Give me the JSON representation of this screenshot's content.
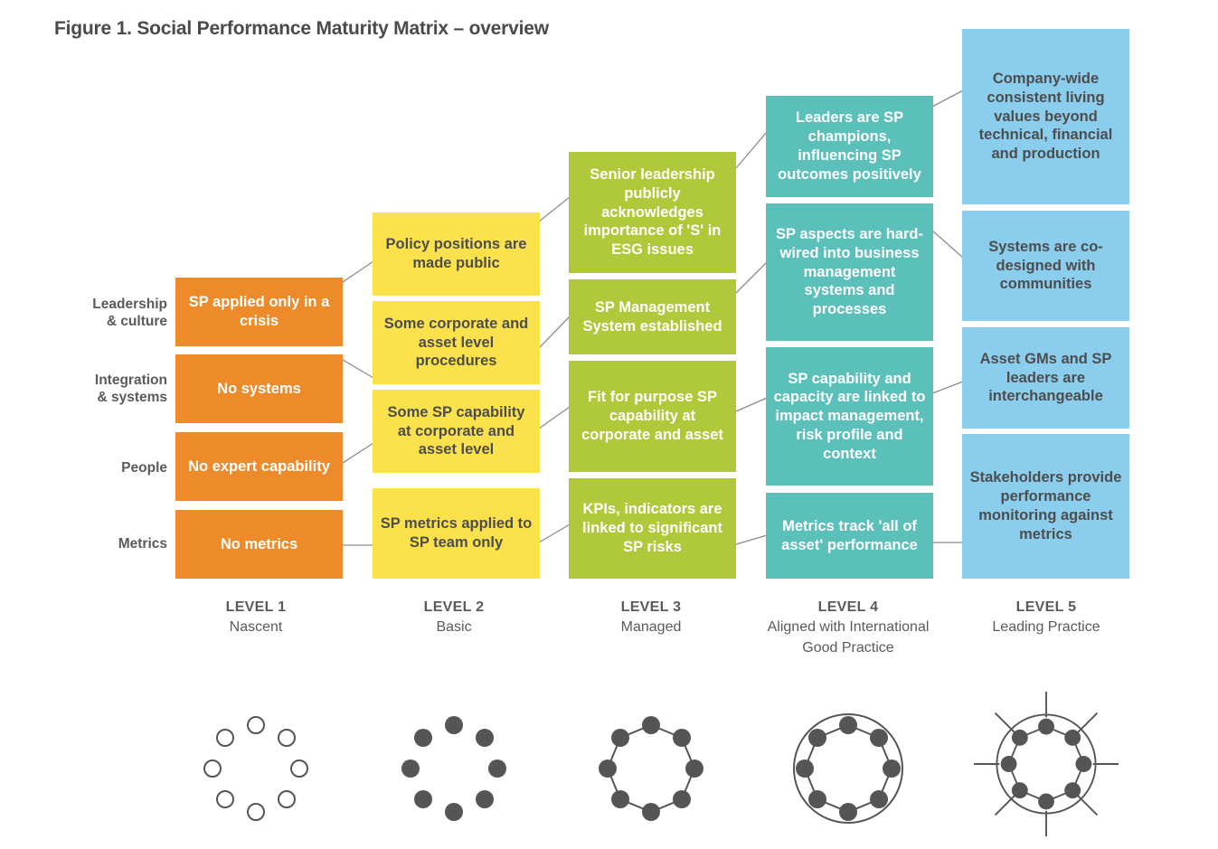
{
  "title": "Figure 1. Social Performance Maturity Matrix – overview",
  "colors": {
    "level1": "#ED8B2B",
    "level2": "#FBE14B",
    "level3": "#AFC93A",
    "level4": "#5BBFBA",
    "level5": "#8ACDEC",
    "text_dark": "#4d4d4d",
    "connector": "#8c8c8c"
  },
  "rows": [
    {
      "label_line1": "Leadership",
      "label_line2": "& culture"
    },
    {
      "label_line1": "Integration",
      "label_line2": "& systems"
    },
    {
      "label_line1": "People",
      "label_line2": ""
    },
    {
      "label_line1": "Metrics",
      "label_line2": ""
    }
  ],
  "levels": [
    {
      "name": "LEVEL 1",
      "subtitle": "Nascent",
      "icon": "ring-of-open-circles-icon",
      "cells": [
        "SP applied only in a crisis",
        "No systems",
        "No expert capability",
        "No metrics"
      ]
    },
    {
      "name": "LEVEL 2",
      "subtitle": "Basic",
      "icon": "ring-of-filled-circles-icon",
      "cells": [
        "Policy positions are made public",
        "Some corporate and asset level procedures",
        "Some SP capability at corporate and asset level",
        "SP metrics applied to SP team only"
      ]
    },
    {
      "name": "LEVEL 3",
      "subtitle": "Managed",
      "icon": "connected-octagon-icon",
      "cells": [
        "Senior leadership publicly acknowledges importance of 'S' in ESG issues",
        "SP Management System established",
        "Fit for purpose SP capability at corporate and asset",
        "KPIs, indicators are linked to significant SP risks"
      ]
    },
    {
      "name": "LEVEL 4",
      "subtitle": "Aligned with International Good Practice",
      "icon": "connected-octagon-in-circle-icon",
      "cells": [
        "Leaders are SP champions, influencing SP outcomes positively",
        "SP aspects are hard-wired into business management systems and processes",
        "SP capability and capacity are linked to impact management, risk profile and context",
        "Metrics track 'all of asset' performance"
      ]
    },
    {
      "name": "LEVEL 5",
      "subtitle": "Leading Practice",
      "icon": "radiating-octagon-in-circle-icon",
      "cells": [
        "Company-wide consistent living values beyond technical, financial and production",
        "Systems are co-designed with communities",
        "Asset GMs and SP leaders are interchangeable",
        "Stakeholders provide performance monitoring against metrics"
      ]
    }
  ]
}
